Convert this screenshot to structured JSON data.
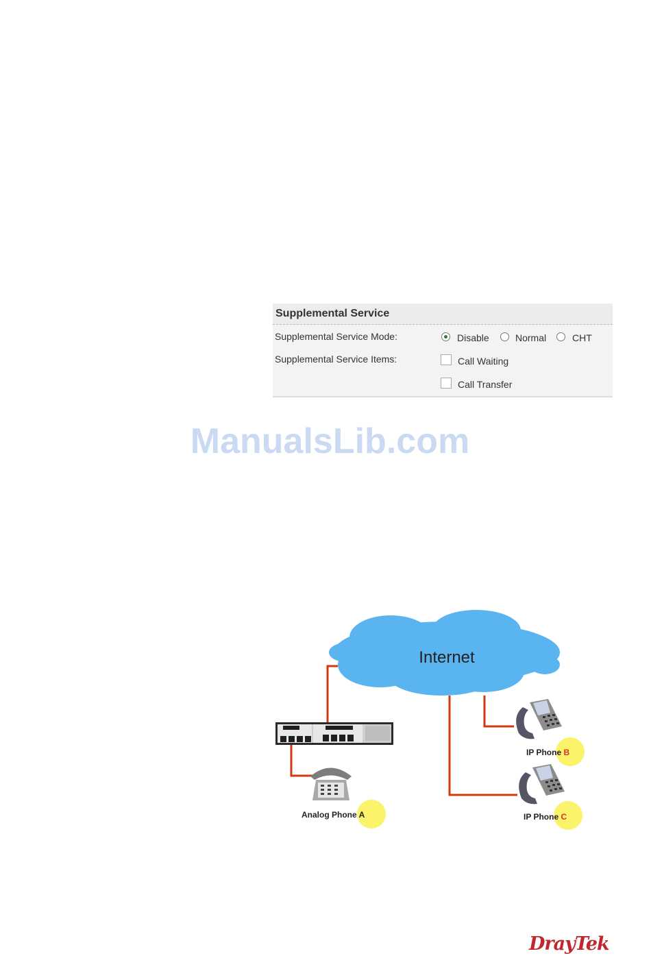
{
  "panel": {
    "title": "Supplemental Service",
    "mode_label": "Supplemental Service Mode:",
    "items_label": "Supplemental Service Items:",
    "mode_options": [
      {
        "label": "Disable",
        "checked": true
      },
      {
        "label": "Normal",
        "checked": false
      },
      {
        "label": "CHT",
        "checked": false
      }
    ],
    "items": [
      {
        "label": "Call Waiting",
        "checked": false
      },
      {
        "label": "Call Transfer",
        "checked": false
      }
    ]
  },
  "watermark": "ManualsLib.com",
  "diagram": {
    "cloud_label": "Internet",
    "phone_a": {
      "prefix": "Analog Phone ",
      "letter": "A"
    },
    "phone_b": {
      "prefix": "IP Phone ",
      "letter": "B"
    },
    "phone_c": {
      "prefix": "IP Phone ",
      "letter": "C"
    },
    "colors": {
      "cloud": "#5ab4f0",
      "line": "#d03a10",
      "highlight": "#fbf46a",
      "letter_red": "#e03020"
    }
  },
  "footer": {
    "logo": "DrayTek"
  }
}
